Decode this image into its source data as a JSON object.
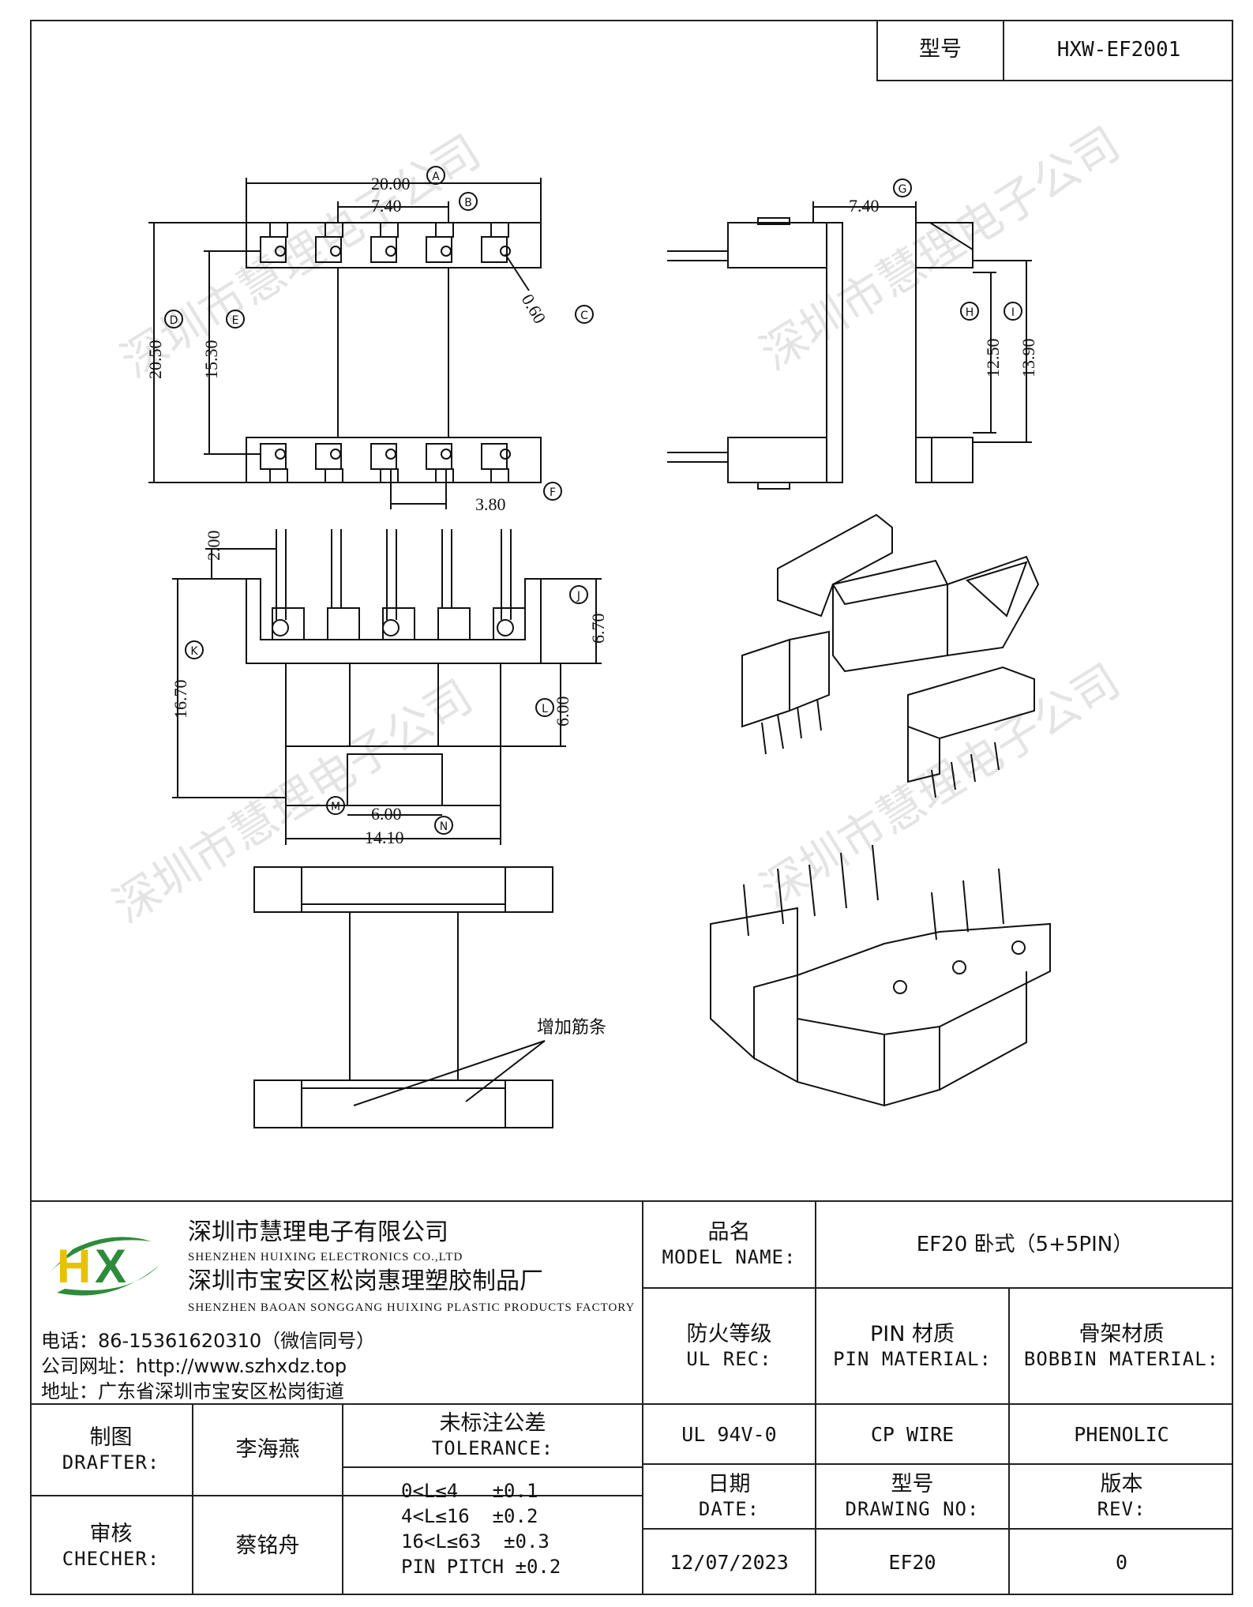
{
  "header": {
    "model_label": "型号",
    "model_value": "HXW-EF2001"
  },
  "drawing": {
    "dims_top": {
      "width_total": "20.00",
      "pitch_top": "7.40",
      "pin_dia": "0.60",
      "height_total": "20.50",
      "inner_height": "15.30",
      "pin_pitch": "3.80"
    },
    "dims_side": {
      "pitch": "7.40",
      "inner": "12.50",
      "outer": "13.90"
    },
    "dims_front": {
      "pin_len": "2.00",
      "height": "16.70",
      "flange": "6.70",
      "core": "6.00",
      "core_w": "6.00",
      "width": "14.10"
    },
    "note_rib": "增加筋条",
    "circle_labels": [
      "A",
      "B",
      "C",
      "D",
      "E",
      "F",
      "G",
      "H",
      "I",
      "J",
      "K",
      "L",
      "M",
      "N"
    ],
    "watermark": "深圳市慧理电子公司"
  },
  "company": {
    "logo_letters": "HX",
    "name_cn": "深圳市慧理电子有限公司",
    "name_en": "SHENZHEN HUIXING ELECTRONICS CO.,LTD",
    "factory_cn": "深圳市宝安区松岗惠理塑胶制品厂",
    "factory_en": "SHENZHEN BAOAN SONGGANG HUIXING PLASTIC PRODUCTS FACTORY",
    "phone": "电话：86-15361620310（微信同号）",
    "website": "公司网址：http://www.szhxdz.top",
    "address": "地址：广东省深圳市宝安区松岗街道"
  },
  "title_block": {
    "model_name_cn": "品名",
    "model_name_en": "MODEL NAME:",
    "model_name_value": "EF20 卧式（5+5PIN）",
    "ul_rec_cn": "防火等级",
    "ul_rec_en": "UL REC:",
    "ul_rec_value": "UL 94V-0",
    "pin_material_cn": "PIN 材质",
    "pin_material_en": "PIN MATERIAL:",
    "pin_material_value": "CP WIRE",
    "bobbin_material_cn": "骨架材质",
    "bobbin_material_en": "BOBBIN MATERIAL:",
    "bobbin_material_value": "PHENOLIC",
    "drafter_cn": "制图",
    "drafter_en": "DRAFTER:",
    "drafter_value": "李海燕",
    "checker_cn": "审核",
    "checker_en": "CHECHER:",
    "checker_value": "蔡铭舟",
    "tolerance_cn": "未标注公差",
    "tolerance_en": "TOLERANCE:",
    "tolerance_lines": [
      "0<L≤4   ±0.1",
      "4<L≤16  ±0.2",
      "16<L≤63  ±0.3",
      "PIN PITCH ±0.2"
    ],
    "date_cn": "日期",
    "date_en": "DATE:",
    "date_value": "12/07/2023",
    "drawing_no_cn": "型号",
    "drawing_no_en": "DRAWING NO:",
    "drawing_no_value": "EF20",
    "rev_cn": "版本",
    "rev_en": "REV:",
    "rev_value": "0"
  }
}
